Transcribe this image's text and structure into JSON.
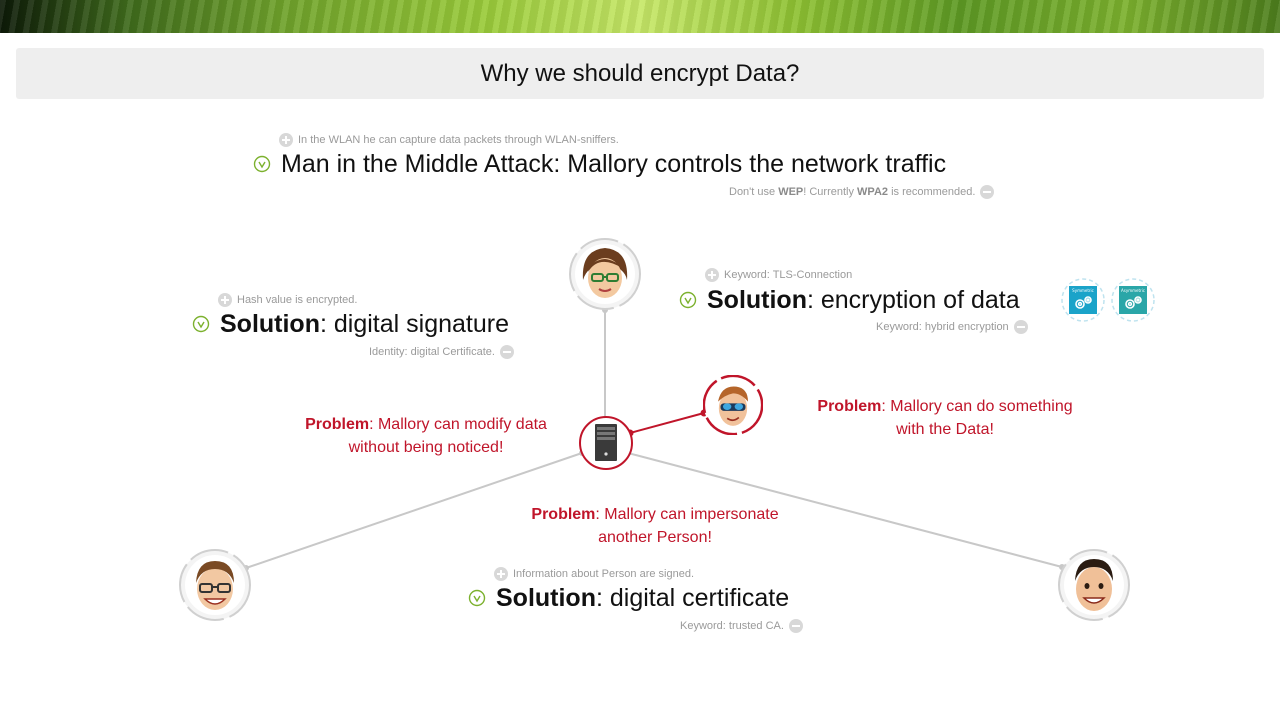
{
  "slide": {
    "title": "Why we should encrypt Data?"
  },
  "mitm": {
    "note_top": "In the WLAN he can capture data packets through WLAN-sniffers.",
    "heading": "Man in the Middle Attack: Mallory controls the network traffic",
    "note_bottom_pre": "Don't use ",
    "note_bottom_b1": "WEP",
    "note_bottom_mid": "! Currently ",
    "note_bottom_b2": "WPA2",
    "note_bottom_post": " is recommended."
  },
  "solution_signature": {
    "note_top": "Hash value is encrypted.",
    "strong": "Solution",
    "rest": ": digital signature",
    "note_bottom": "Identity: digital Certificate."
  },
  "solution_encryption": {
    "note_top": "Keyword: TLS-Connection",
    "strong": "Solution",
    "rest": ": encryption of data",
    "note_bottom": "Keyword: hybrid encryption",
    "tile1_label": "Symmetric",
    "tile2_label": "Asymmetric"
  },
  "solution_certificate": {
    "note_top": "Information about Person are signed.",
    "strong": "Solution",
    "rest": ": digital certificate",
    "note_bottom": "Keyword: trusted CA."
  },
  "problems": {
    "modify": {
      "strong": "Problem",
      "line1": ": Mallory can modify data",
      "line2": "without being noticed!"
    },
    "something": {
      "strong": "Problem",
      "line1": ": Mallory can do something",
      "line2": "with the Data!"
    },
    "impersonate": {
      "strong": "Problem",
      "line1": ": Mallory can impersonate",
      "line2": "another Person!"
    }
  },
  "colors": {
    "accent_red": "#c0152a",
    "brand_green": "#7cb12e",
    "line_gray": "#c8c8c8",
    "tile_blue": "#1aa3c9"
  },
  "icons": [
    "plus-icon",
    "minus-icon",
    "lightbulb-icon",
    "server-icon",
    "gear-icon",
    "avatar-woman",
    "avatar-mallory",
    "avatar-man-glasses",
    "avatar-man"
  ]
}
